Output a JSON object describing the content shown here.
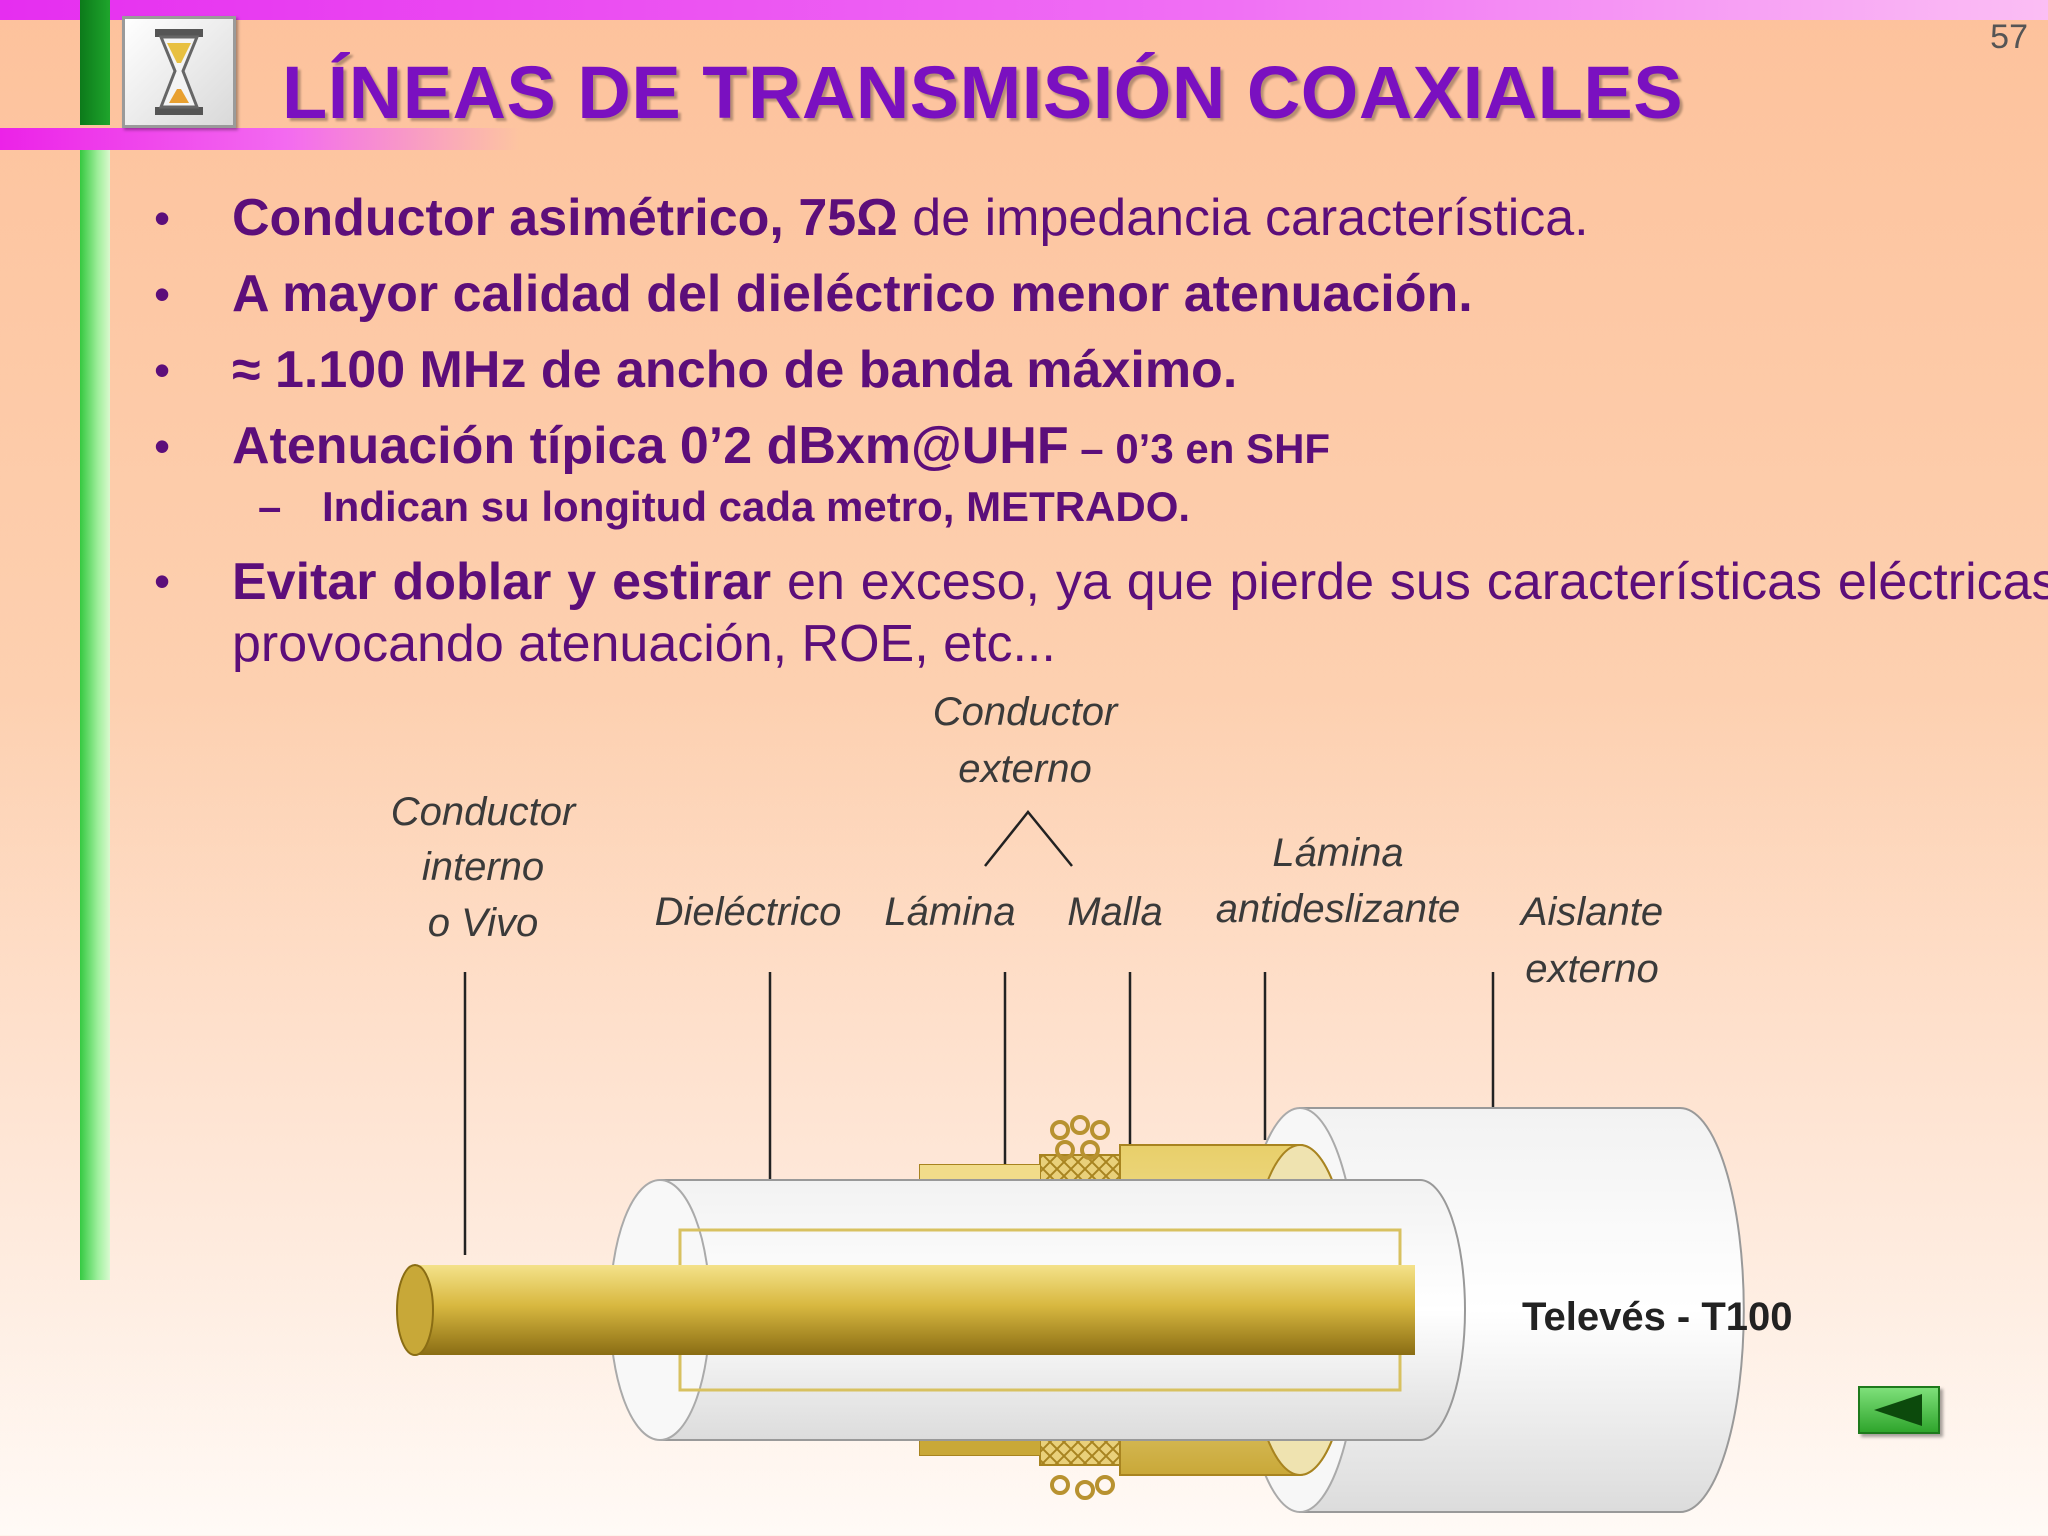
{
  "slide": {
    "page_number": "57",
    "title": "LÍNEAS DE TRANSMISIÓN COAXIALES"
  },
  "icons": {
    "logo": "hourglass-icon",
    "nav": "back-arrow-icon"
  },
  "bullets": {
    "b1_bold": "Conductor asimétrico, 75Ω",
    "b1_rest": " de impedancia característica.",
    "b2": "A mayor calidad del dieléctrico menor atenuación.",
    "b3": "≈ 1.100 MHz de ancho de banda máximo.",
    "b4_main": "Atenuación típica 0’2 dBxm@UHF",
    "b4_small": " – 0’3 en SHF",
    "b4_sub": "Indican su longitud cada metro, METRADO.",
    "b5_bold": "Evitar doblar y estirar",
    "b5_rest": " en exceso, ya que pierde sus características eléctricas, provocando atenuación, ROE, etc..."
  },
  "bullet_glyph": "•",
  "sub_glyph": "–",
  "diagram": {
    "conductor_externo": [
      "Conductor",
      "externo"
    ],
    "conductor_interno": [
      "Conductor",
      "interno",
      "o Vivo"
    ],
    "dielectrico": "Dieléctrico",
    "lamina": "Lámina",
    "malla": "Malla",
    "lamina_antideslizante": [
      "Lámina",
      "antideslizante"
    ],
    "aislante_externo": [
      "Aislante",
      "externo"
    ],
    "brand": "Televés - T100"
  },
  "colors": {
    "title": "#7a10c0",
    "text": "#5c0e7a",
    "gold": "#d8b840"
  }
}
